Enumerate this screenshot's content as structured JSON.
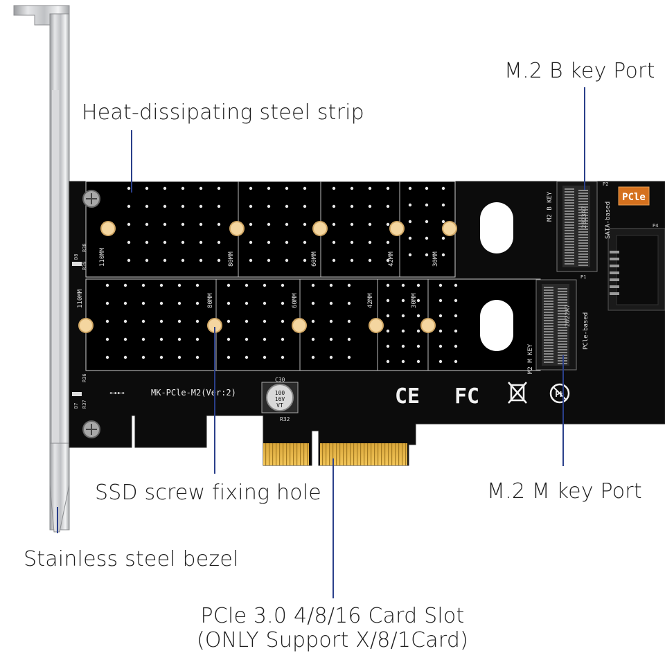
{
  "callouts": {
    "heat_strip": "Heat-dissipating steel strip",
    "b_key_port": "M.2 B key Port",
    "screw_hole": "SSD screw fixing hole",
    "m_key_port": "M.2 M key Port",
    "bezel": "Stainless steel bezel",
    "card_slot_line1": "PCle 3.0 4/8/16 Card Slot",
    "card_slot_line2": "(ONLY Support X/8/1Card)"
  },
  "board": {
    "model": "MK-PCle-M2(Ver:2)",
    "pcie_badge": "PCle",
    "capacitor": [
      "C30",
      "100",
      "16V",
      "VT"
    ],
    "resistor": "R32",
    "b_slot_length_marks": [
      "110MM",
      "80MM",
      "60MM",
      "42MM",
      "30MM"
    ],
    "m_slot_length_marks": [
      "110MM",
      "80MM",
      "60MM",
      "42MM",
      "30MM"
    ],
    "b_key_silk": "M2 B KEY",
    "m_key_silk": "M2 M KEY",
    "sata_silk": "SATA-based",
    "pcie_silk": "PCle-based",
    "connector_code_b": "2023A7",
    "connector_code_m": "2022A7",
    "certifications": [
      "CE",
      "FC"
    ],
    "small_marks": [
      "D8",
      "R38",
      "R39",
      "D7",
      "R36",
      "R37",
      "P4",
      "P1",
      "P2"
    ]
  }
}
